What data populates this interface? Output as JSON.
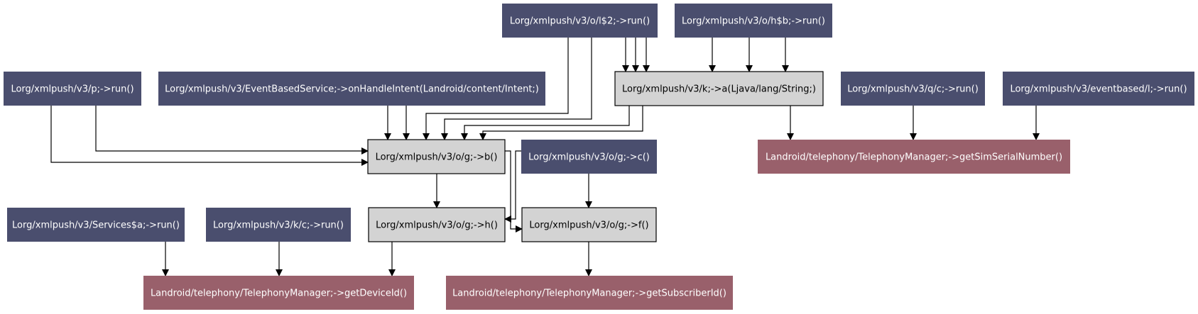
{
  "colors": {
    "caller": "#4a4e6e",
    "internal": "#d3d3d3",
    "sensitive": "#99606b",
    "edge": "#000000",
    "text_light": "#ffffff",
    "text_dark": "#000000"
  },
  "nodes": [
    {
      "id": "l2",
      "type": "caller",
      "label": "Lorg/xmlpush/v3/o/l$2;->run()"
    },
    {
      "id": "hb",
      "type": "caller",
      "label": "Lorg/xmlpush/v3/o/h$b;->run()"
    },
    {
      "id": "p",
      "type": "caller",
      "label": "Lorg/xmlpush/v3/p;->run()"
    },
    {
      "id": "ebs",
      "type": "caller",
      "label": "Lorg/xmlpush/v3/EventBasedService;->onHandleIntent(Landroid/content/Intent;)"
    },
    {
      "id": "ka",
      "type": "internal",
      "label": "Lorg/xmlpush/v3/k;->a(Ljava/lang/String;)"
    },
    {
      "id": "qc",
      "type": "caller",
      "label": "Lorg/xmlpush/v3/q/c;->run()"
    },
    {
      "id": "ebl",
      "type": "caller",
      "label": "Lorg/xmlpush/v3/eventbased/l;->run()"
    },
    {
      "id": "gb",
      "type": "internal",
      "label": "Lorg/xmlpush/v3/o/g;->b()"
    },
    {
      "id": "gc",
      "type": "caller",
      "label": "Lorg/xmlpush/v3/o/g;->c()"
    },
    {
      "id": "sim",
      "type": "sensitive",
      "label": "Landroid/telephony/TelephonyManager;->getSimSerialNumber()"
    },
    {
      "id": "sa",
      "type": "caller",
      "label": "Lorg/xmlpush/v3/Services$a;->run()"
    },
    {
      "id": "kc",
      "type": "caller",
      "label": "Lorg/xmlpush/v3/k/c;->run()"
    },
    {
      "id": "gh",
      "type": "internal",
      "label": "Lorg/xmlpush/v3/o/g;->h()"
    },
    {
      "id": "gf",
      "type": "internal",
      "label": "Lorg/xmlpush/v3/o/g;->f()"
    },
    {
      "id": "devid",
      "type": "sensitive",
      "label": "Landroid/telephony/TelephonyManager;->getDeviceId()"
    },
    {
      "id": "subid",
      "type": "sensitive",
      "label": "Landroid/telephony/TelephonyManager;->getSubscriberId()"
    }
  ],
  "edges": [
    {
      "from": "l2",
      "to": "gb"
    },
    {
      "from": "l2",
      "to": "gb"
    },
    {
      "from": "l2",
      "to": "ka"
    },
    {
      "from": "l2",
      "to": "ka"
    },
    {
      "from": "l2",
      "to": "ka"
    },
    {
      "from": "hb",
      "to": "ka"
    },
    {
      "from": "hb",
      "to": "ka"
    },
    {
      "from": "hb",
      "to": "ka"
    },
    {
      "from": "p",
      "to": "gb"
    },
    {
      "from": "p",
      "to": "gb"
    },
    {
      "from": "ebs",
      "to": "gb"
    },
    {
      "from": "ebs",
      "to": "gb"
    },
    {
      "from": "ka",
      "to": "gb"
    },
    {
      "from": "ka",
      "to": "gb"
    },
    {
      "from": "ka",
      "to": "sim"
    },
    {
      "from": "qc",
      "to": "sim"
    },
    {
      "from": "ebl",
      "to": "sim"
    },
    {
      "from": "gb",
      "to": "gh"
    },
    {
      "from": "gb",
      "to": "gf"
    },
    {
      "from": "gc",
      "to": "gh"
    },
    {
      "from": "gc",
      "to": "gf"
    },
    {
      "from": "sa",
      "to": "devid"
    },
    {
      "from": "kc",
      "to": "devid"
    },
    {
      "from": "gh",
      "to": "devid"
    },
    {
      "from": "gf",
      "to": "subid"
    }
  ]
}
